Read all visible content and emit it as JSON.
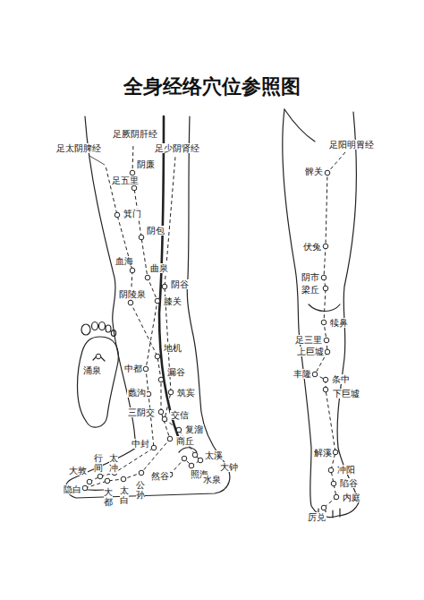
{
  "diagram": {
    "title": "全身经络穴位参照图",
    "labels": [
      "足厥阴肝经",
      "足太阴脾经",
      "足少阴肾经",
      "阴廉",
      "足五里",
      "箕门",
      "阴包",
      "血海",
      "曲泉",
      "阴谷",
      "阴陵泉",
      "膝关",
      "涌泉",
      "地机",
      "中都",
      "漏谷",
      "蠡沟",
      "筑宾",
      "三阴交",
      "交信",
      "复溜",
      "商丘",
      "中封",
      "太溪",
      "行间",
      "太冲",
      "大敦",
      "照海",
      "大钟",
      "然谷",
      "水泉",
      "隐白",
      "大都",
      "太白",
      "公孙",
      "足阳明胃经",
      "髀关",
      "伏兔",
      "阴市",
      "梁丘",
      "犊鼻",
      "足三里",
      "上巨墟",
      "丰隆",
      "条中",
      "下巨墟",
      "解溪",
      "冲阳",
      "陷谷",
      "内庭",
      "厉兑"
    ]
  }
}
